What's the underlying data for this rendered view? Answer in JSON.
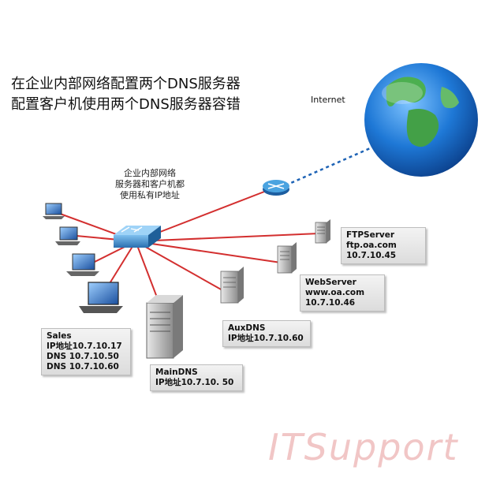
{
  "title": {
    "line1": "在企业内部网络配置两个DNS服务器",
    "line2": "配置客户机使用两个DNS服务器容错"
  },
  "internet_label": "Internet",
  "network_note": [
    "企业内部网络",
    "服务器和客户机都",
    "使用私有IP地址"
  ],
  "nodes": {
    "ftp": [
      "FTPServer",
      "ftp.oa.com",
      "10.7.10.45"
    ],
    "web": [
      "WebServer",
      "www.oa.com",
      "10.7.10.46"
    ],
    "auxdns": [
      "AuxDNS",
      "IP地址10.7.10.60"
    ],
    "maindns": [
      "MainDNS",
      "IP地址10.7.10. 50"
    ],
    "sales": [
      "Sales",
      "IP地址10.7.10.17",
      "DNS 10.7.10.50",
      "DNS 10.7.10.60"
    ]
  },
  "colors": {
    "link": "#d32f2f",
    "internet_link": "#1e63b5",
    "globe_ocean": "#1565c0",
    "globe_land": "#4caf50",
    "switch": "#2f7fc1"
  },
  "watermark": "ITSupport"
}
